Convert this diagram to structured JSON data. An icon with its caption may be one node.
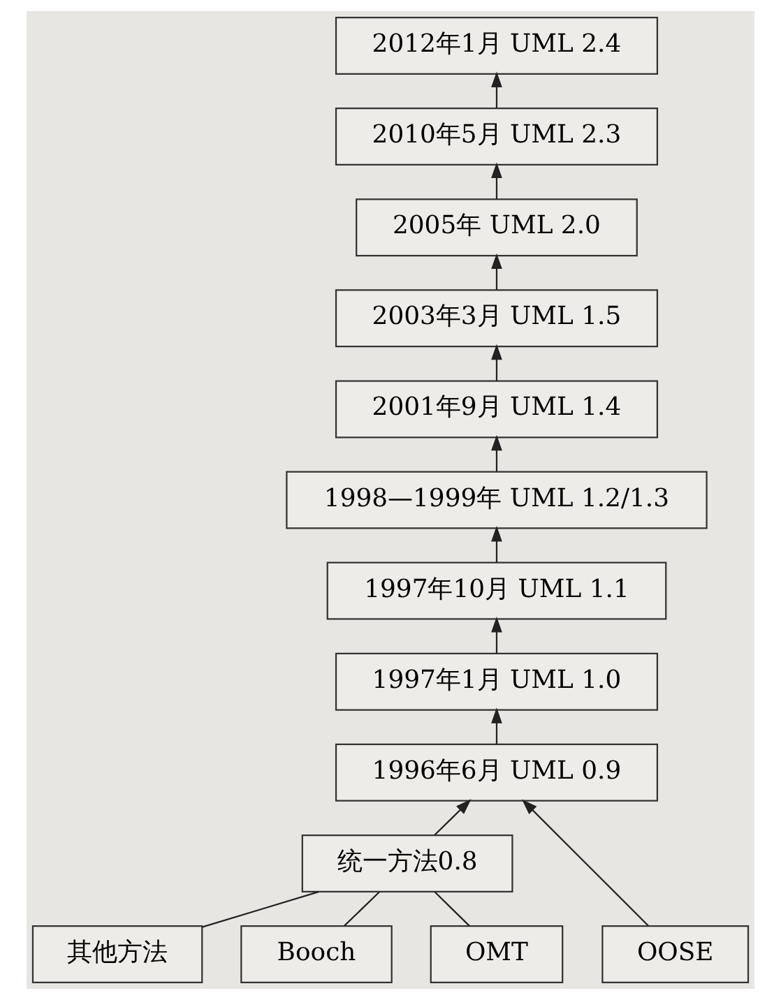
{
  "diagram": {
    "nodes": [
      {
        "text": [
          "2012年1月 UML 2.4"
        ]
      },
      {
        "text": [
          "2010年5月 UML 2.3"
        ]
      },
      {
        "text": [
          "2005年 UML 2.0"
        ]
      },
      {
        "text": [
          "2003年3月 UML 1.5"
        ]
      },
      {
        "text": [
          "2001年9月 UML 1.4"
        ]
      },
      {
        "text": [
          "1998—1999年 UML 1.2/1.3"
        ]
      },
      {
        "text": [
          "1997年10月 UML 1.1"
        ]
      },
      {
        "text": [
          "1997年1月 UML 1.0"
        ]
      },
      {
        "text": [
          "1996年6月 UML 0.9"
        ]
      },
      {
        "text": [
          "统一方法0.8"
        ]
      },
      {
        "text": [
          "OOSE"
        ]
      },
      {
        "text": [
          "其他方法"
        ]
      },
      {
        "text": [
          "Booch"
        ]
      },
      {
        "text": [
          "OMT"
        ]
      }
    ],
    "edges": [
      {
        "from": 1,
        "to": 0,
        "arrow": "to"
      },
      {
        "from": 2,
        "to": 1,
        "arrow": "to"
      },
      {
        "from": 3,
        "to": 2,
        "arrow": "to"
      },
      {
        "from": 4,
        "to": 3,
        "arrow": "to"
      },
      {
        "from": 5,
        "to": 4,
        "arrow": "to"
      },
      {
        "from": 6,
        "to": 5,
        "arrow": "to"
      },
      {
        "from": 7,
        "to": 6,
        "arrow": "to"
      },
      {
        "from": 8,
        "to": 7,
        "arrow": "to"
      },
      {
        "from": 9,
        "to": 8,
        "arrow": "to"
      },
      {
        "from": 10,
        "to": 8,
        "arrow": "to"
      },
      {
        "from": 11,
        "to": 9,
        "arrow": "none"
      },
      {
        "from": 12,
        "to": 9,
        "arrow": "none"
      },
      {
        "from": 13,
        "to": 9,
        "arrow": "none"
      }
    ]
  }
}
